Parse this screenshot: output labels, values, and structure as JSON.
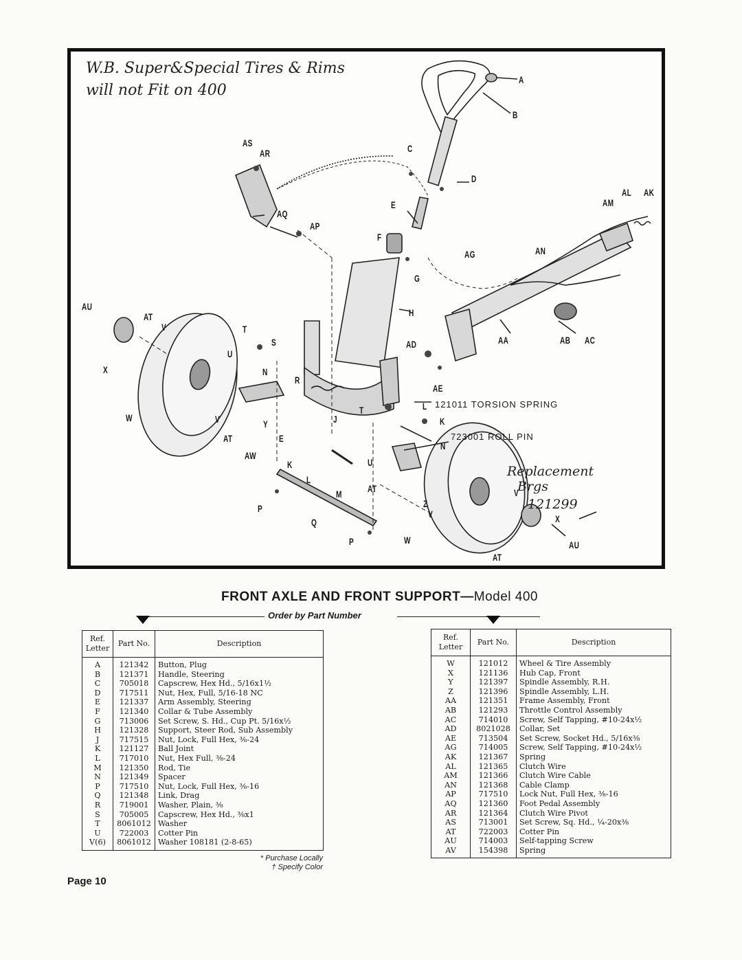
{
  "handwritten_note": {
    "line1": "W.B. Super&Special Tires & Rims",
    "line2": "will not Fit on 400",
    "replacement_line1": "Replacement",
    "replacement_line2": "Brgs",
    "replacement_line3": "121299"
  },
  "diagram_labels": {
    "A": "A",
    "B": "B",
    "C": "C",
    "D": "D",
    "E": "E",
    "F": "F",
    "G": "G",
    "H": "H",
    "AS": "AS",
    "AR": "AR",
    "AQ": "AQ",
    "AP": "AP",
    "AL": "AL",
    "AK": "AK",
    "AM": "AM",
    "AG": "AG",
    "AN": "AN",
    "AU": "AU",
    "AT": "AT",
    "AA": "AA",
    "AB": "AB",
    "AC": "AC",
    "AD": "AD",
    "AE": "AE",
    "AW": "AW",
    "T": "T",
    "S": "S",
    "U": "U",
    "V": "V",
    "X": "X",
    "W": "W",
    "N": "N",
    "R": "R",
    "Y": "Y",
    "J": "J",
    "K": "K",
    "L": "L",
    "M": "M",
    "P": "P",
    "Q": "Q",
    "Z": "Z"
  },
  "callouts": {
    "torsion_spring": "121011 TORSION SPRING",
    "roll_pin": "723001 ROLL PIN"
  },
  "title": {
    "main": "FRONT AXLE AND FRONT SUPPORT—",
    "model": "Model 400"
  },
  "order_note": "Order by Part Number",
  "table_headers": {
    "ref": "Ref. Letter",
    "part": "Part No.",
    "desc": "Description"
  },
  "left_table": [
    {
      "ref": "A",
      "part": "121342",
      "desc": "Button, Plug"
    },
    {
      "ref": "B",
      "part": "121371",
      "desc": "Handle, Steering"
    },
    {
      "ref": "C",
      "part": "705018",
      "desc": "Capscrew, Hex Hd., 5/16x1½"
    },
    {
      "ref": "D",
      "part": "717511",
      "desc": "Nut, Hex, Full, 5/16-18 NC"
    },
    {
      "ref": "E",
      "part": "121337",
      "desc": "Arm Assembly, Steering"
    },
    {
      "ref": "F",
      "part": "121340",
      "desc": "Collar & Tube Assembly"
    },
    {
      "ref": "G",
      "part": "713006",
      "desc": "Set Screw, S. Hd., Cup Pt. 5/16x½"
    },
    {
      "ref": "H",
      "part": "121328",
      "desc": "Support, Steer Rod, Sub Assembly"
    },
    {
      "ref": "J",
      "part": "717515",
      "desc": "Nut, Lock, Full Hex, ⅜-24"
    },
    {
      "ref": "K",
      "part": "121127",
      "desc": "Ball Joint"
    },
    {
      "ref": "L",
      "part": "717010",
      "desc": "Nut, Hex Full, ⅜-24"
    },
    {
      "ref": "M",
      "part": "121350",
      "desc": "Rod, Tie"
    },
    {
      "ref": "N",
      "part": "121349",
      "desc": "Spacer"
    },
    {
      "ref": "P",
      "part": "717510",
      "desc": "Nut, Lock, Full Hex, ⅜-16"
    },
    {
      "ref": "Q",
      "part": "121348",
      "desc": "Link, Drag"
    },
    {
      "ref": "R",
      "part": "719001",
      "desc": "Washer, Plain, ⅜"
    },
    {
      "ref": "S",
      "part": "705005",
      "desc": "Capscrew, Hex Hd., ⅜x1"
    },
    {
      "ref": "T",
      "part": "8061012",
      "desc": "Washer"
    },
    {
      "ref": "U",
      "part": "722003",
      "desc": "Cotter Pin"
    },
    {
      "ref": "V(6)",
      "part": "8061012",
      "desc": "Washer 108181 (2-8-65)"
    }
  ],
  "right_table": [
    {
      "ref": "W",
      "part": "121012",
      "desc": "Wheel & Tire Assembly"
    },
    {
      "ref": "X",
      "part": "121136",
      "desc": "Hub Cap, Front"
    },
    {
      "ref": "Y",
      "part": "121397",
      "desc": "Spindle Assembly, R.H."
    },
    {
      "ref": "Z",
      "part": "121396",
      "desc": "Spindle Assembly, L.H."
    },
    {
      "ref": "AA",
      "part": "121351",
      "desc": "Frame Assembly, Front"
    },
    {
      "ref": "AB",
      "part": "121293",
      "desc": "Throttle Control Assembly"
    },
    {
      "ref": "AC",
      "part": "714010",
      "desc": "Screw, Self Tapping, #10-24x½"
    },
    {
      "ref": "AD",
      "part": "8021028",
      "desc": "Collar, Set"
    },
    {
      "ref": "AE",
      "part": "713504",
      "desc": "Set Screw, Socket Hd., 5/16x⅜"
    },
    {
      "ref": "AG",
      "part": "714005",
      "desc": "Screw, Self Tapping, #10-24x½"
    },
    {
      "ref": "AK",
      "part": "121367",
      "desc": "Spring"
    },
    {
      "ref": "AL",
      "part": "121365",
      "desc": "Clutch Wire"
    },
    {
      "ref": "AM",
      "part": "121366",
      "desc": "Clutch Wire Cable"
    },
    {
      "ref": "AN",
      "part": "121368",
      "desc": "Cable Clamp"
    },
    {
      "ref": "AP",
      "part": "717510",
      "desc": "Lock Nut, Full Hex, ⅜-16"
    },
    {
      "ref": "AQ",
      "part": "121360",
      "desc": "Foot Pedal Assembly"
    },
    {
      "ref": "AR",
      "part": "121364",
      "desc": "Clutch Wire Pivot"
    },
    {
      "ref": "AS",
      "part": "713001",
      "desc": "Set Screw, Sq. Hd., ¼-20x⅜"
    },
    {
      "ref": "AT",
      "part": "722003",
      "desc": "Cotter Pin"
    },
    {
      "ref": "AU",
      "part": "714003",
      "desc": "Self-tapping Screw"
    },
    {
      "ref": "AV",
      "part": "154398",
      "desc": "Spring"
    }
  ],
  "footnotes": [
    "* Purchase Locally",
    "† Specify Color"
  ],
  "page_label": "Page 10"
}
